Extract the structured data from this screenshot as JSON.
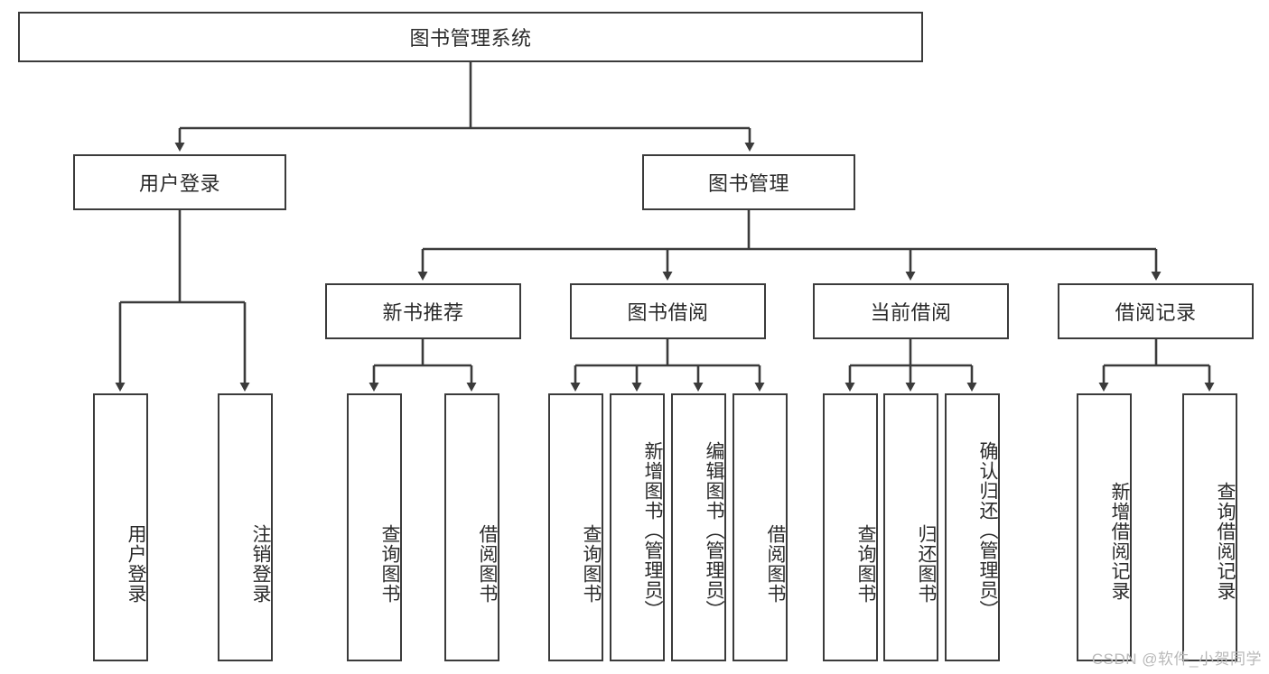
{
  "diagram": {
    "type": "tree-hierarchy-chart",
    "title": "图书管理系统",
    "watermark": "CSDN @软件_小贺同学",
    "colors": {
      "box_border": "#3b3b3b",
      "box_fill": "#ffffff",
      "edge": "#3b3b3b",
      "text": "#2b2b2b",
      "watermark": "#b9b9b9"
    },
    "levels": [
      {
        "level": 1,
        "nodes": [
          {
            "id": "root",
            "label": "图书管理系统",
            "orientation": "horizontal"
          }
        ]
      },
      {
        "level": 2,
        "nodes": [
          {
            "id": "user-login",
            "label": "用户登录",
            "orientation": "horizontal",
            "parent": "root"
          },
          {
            "id": "book-manage",
            "label": "图书管理",
            "orientation": "horizontal",
            "parent": "root"
          }
        ]
      },
      {
        "level": 3,
        "nodes": [
          {
            "id": "new-book-rec",
            "label": "新书推荐",
            "orientation": "horizontal",
            "parent": "book-manage"
          },
          {
            "id": "book-borrow",
            "label": "图书借阅",
            "orientation": "horizontal",
            "parent": "book-manage"
          },
          {
            "id": "current-borrow",
            "label": "当前借阅",
            "orientation": "horizontal",
            "parent": "book-manage"
          },
          {
            "id": "borrow-record",
            "label": "借阅记录",
            "orientation": "horizontal",
            "parent": "book-manage"
          }
        ]
      },
      {
        "level": 4,
        "nodes": [
          {
            "id": "leaf-user-login",
            "label": "用户登录",
            "orientation": "vertical",
            "parent": "user-login"
          },
          {
            "id": "leaf-logout",
            "label": "注销登录",
            "orientation": "vertical",
            "parent": "user-login"
          },
          {
            "id": "leaf-query-book-1",
            "label": "查询图书",
            "orientation": "vertical",
            "parent": "new-book-rec"
          },
          {
            "id": "leaf-borrow-book-1",
            "label": "借阅图书",
            "orientation": "vertical",
            "parent": "new-book-rec"
          },
          {
            "id": "leaf-query-book-2",
            "label": "查询图书",
            "orientation": "vertical",
            "parent": "book-borrow"
          },
          {
            "id": "leaf-add-book",
            "label": "新增图书（管理员）",
            "orientation": "vertical",
            "parent": "book-borrow"
          },
          {
            "id": "leaf-edit-book",
            "label": "编辑图书（管理员）",
            "orientation": "vertical",
            "parent": "book-borrow"
          },
          {
            "id": "leaf-borrow-book-2",
            "label": "借阅图书",
            "orientation": "vertical",
            "parent": "book-borrow"
          },
          {
            "id": "leaf-query-book-3",
            "label": "查询图书",
            "orientation": "vertical",
            "parent": "current-borrow"
          },
          {
            "id": "leaf-return-book",
            "label": "归还图书",
            "orientation": "vertical",
            "parent": "current-borrow"
          },
          {
            "id": "leaf-confirm-return",
            "label": "确认归还（管理员）",
            "orientation": "vertical",
            "parent": "current-borrow"
          },
          {
            "id": "leaf-add-record",
            "label": "新增借阅记录",
            "orientation": "vertical",
            "parent": "borrow-record"
          },
          {
            "id": "leaf-query-record",
            "label": "查询借阅记录",
            "orientation": "vertical",
            "parent": "borrow-record"
          }
        ]
      }
    ]
  }
}
